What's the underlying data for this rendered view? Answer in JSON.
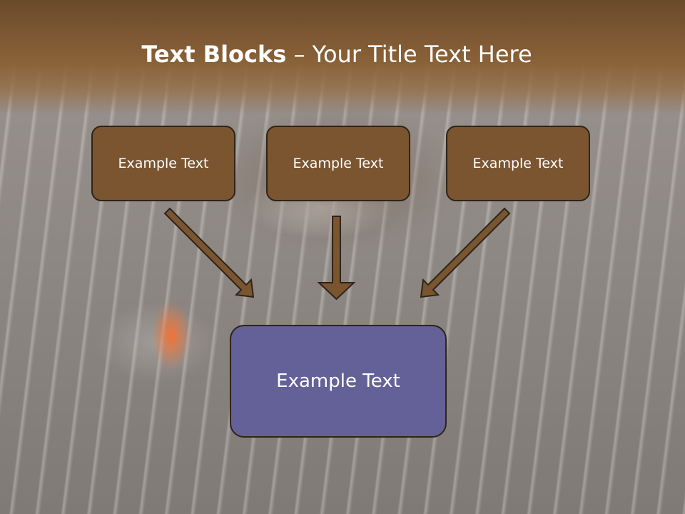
{
  "slide": {
    "title_bold": "Text Blocks",
    "title_dash": " – ",
    "title_rest": "Your Title Text Here"
  },
  "diagram": {
    "top_boxes": [
      {
        "label": "Example Text"
      },
      {
        "label": "Example Text"
      },
      {
        "label": "Example Text"
      }
    ],
    "bottom_box": {
      "label": "Example Text"
    }
  },
  "colors": {
    "header": "#7a5530",
    "top_box": "#7a5530",
    "bottom_box": "#646198",
    "arrow": "#7a5530",
    "outline": "#2e2419",
    "text": "#ffffff"
  }
}
